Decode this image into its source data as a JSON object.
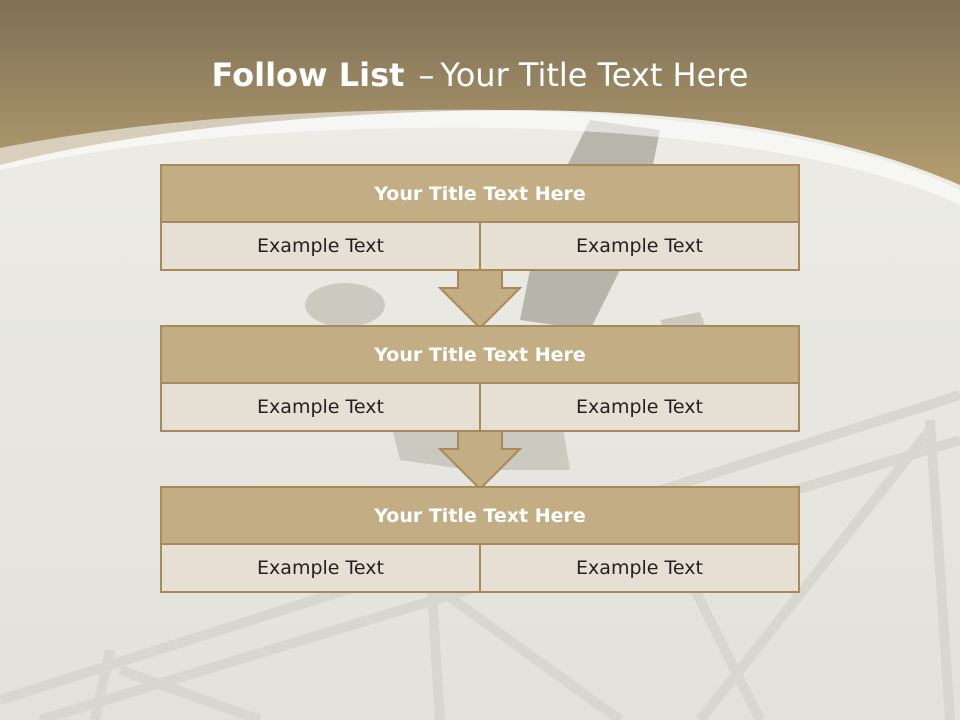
{
  "slide": {
    "title_bold": "Follow List",
    "title_sep": "–",
    "title_rest": "Your Title Text Here"
  },
  "steps": [
    {
      "title": "Your Title Text Here",
      "left": "Example Text",
      "right": "Example Text"
    },
    {
      "title": "Your Title Text Here",
      "left": "Example Text",
      "right": "Example Text"
    },
    {
      "title": "Your Title Text Here",
      "left": "Example Text",
      "right": "Example Text"
    }
  ],
  "colors": {
    "header_band": "#b19a6c",
    "block_header": "#c3ad85",
    "block_cell": "#e6dfd3",
    "block_border": "#a8895a"
  }
}
